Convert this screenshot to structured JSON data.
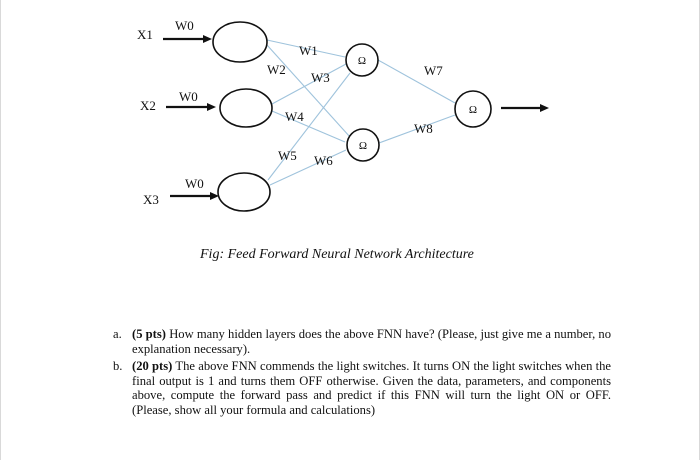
{
  "inputs": [
    {
      "name": "X1",
      "weight": "W0"
    },
    {
      "name": "X2",
      "weight": "W0"
    },
    {
      "name": "X3",
      "weight": "W0"
    }
  ],
  "weights": {
    "w1": "W1",
    "w2": "W2",
    "w3": "W3",
    "w4": "W4",
    "w5": "W5",
    "w6": "W6",
    "w7": "W7",
    "w8": "W8"
  },
  "neuron_symbol": "Ω",
  "caption": "Fig: Feed Forward Neural Network Architecture",
  "questions": [
    {
      "marker": "a.",
      "points": "(5 pts)",
      "text": "How many hidden layers does the above FNN have? (Please, just give me a number, no explanation necessary)."
    },
    {
      "marker": "b.",
      "points": "(20 pts)",
      "text": "The above FNN commends the light switches. It turns ON the light switches when the final output is 1 and turns them OFF otherwise. Given the data, parameters, and components above, compute the forward pass and predict if this FNN will turn the light ON or OFF. (Please, show all your formula and calculations)"
    }
  ],
  "colors": {
    "neuron_stroke": "#111111",
    "connection": "#9fc3dc",
    "arrow": "#111111"
  }
}
